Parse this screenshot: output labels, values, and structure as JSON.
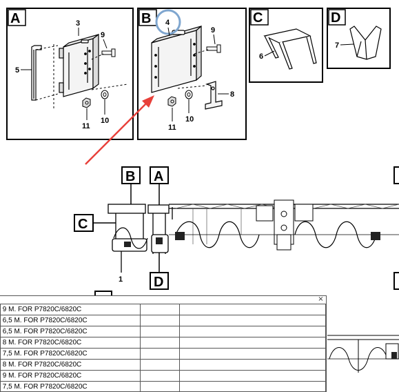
{
  "panels": {
    "A": {
      "letter": "A",
      "callouts": [
        "3",
        "9",
        "5",
        "10",
        "11"
      ]
    },
    "B": {
      "letter": "B",
      "callouts": [
        "4",
        "9",
        "8",
        "10",
        "11"
      ]
    },
    "C": {
      "letter": "C",
      "callouts": [
        "6"
      ]
    },
    "D": {
      "letter": "D",
      "callouts": [
        "7"
      ]
    }
  },
  "assembly": {
    "labels": [
      "B",
      "A",
      "C",
      "D"
    ],
    "callout": "1"
  },
  "highlight_color": "#7fa6cf",
  "arrow_color": "#e8403a",
  "popup": {
    "close_glyph": "×",
    "rows": [
      "c 9 M. FOR P7820C/6820C",
      "c 6,5 M. FOR P7820C/6820C",
      "c 6,5 M. FOR P7820C/6820C",
      "c 8 M. FOR P7820C/6820C",
      "c 7,5 M. FOR P7820C/6820C",
      "c 8 M. FOR P7820C/6820C",
      "c 9 M. FOR P7820C/6820C",
      "c 7,5 M. FOR P7820C/6820C"
    ]
  }
}
